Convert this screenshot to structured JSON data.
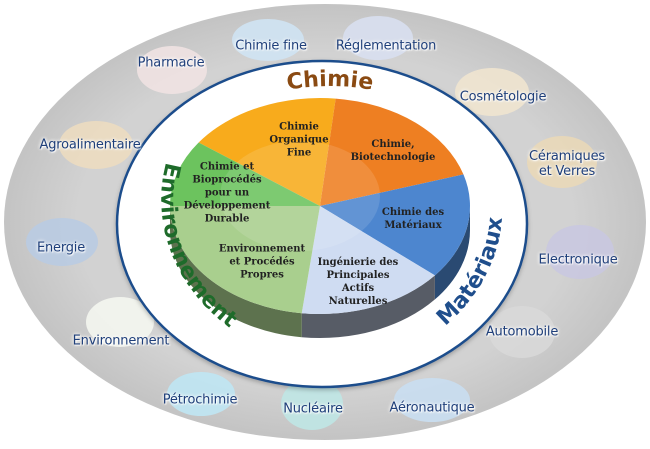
{
  "diagram": {
    "ring_categories": [
      {
        "name": "Chimie",
        "color": "#8a4a12"
      },
      {
        "name": "Matériaux",
        "color": "#1f4e8c"
      },
      {
        "name": "Environnement",
        "color": "#1e6b2a"
      }
    ],
    "pie_segments": [
      {
        "label": "Chimie\nOrganique\nFine",
        "color": "#f8ab1c",
        "group": "Chimie"
      },
      {
        "label": "Chimie,\nBiotechnologie",
        "color": "#ee7f22",
        "group": "Chimie"
      },
      {
        "label": "Chimie des\nMatériaux",
        "color": "#4d86cf",
        "group": "Matériaux"
      },
      {
        "label": "Ingénierie des\nPrincipales\nActifs\nNaturelles",
        "color": "#cfdcf2",
        "group": "Matériaux"
      },
      {
        "label": "Environnement\net Procédés\nPropres",
        "color": "#a9cf8e",
        "group": "Environnement"
      },
      {
        "label": "Chimie et\nBioprocédés\npour un\nDéveloppement\nDurable",
        "color": "#6cc35e",
        "group": "Environnement"
      }
    ],
    "application_areas": [
      {
        "label": "Chimie fine",
        "tint": "#cfe3f3"
      },
      {
        "label": "Réglementation",
        "tint": "#d8dff0"
      },
      {
        "label": "Cosmétologie",
        "tint": "#efe4cf"
      },
      {
        "label": "Céramiques\net Verres",
        "tint": "#e9d8b8"
      },
      {
        "label": "Electronique",
        "tint": "#c9c8e0"
      },
      {
        "label": "Automobile",
        "tint": "#d8d8d8"
      },
      {
        "label": "Aéronautique",
        "tint": "#c9def1"
      },
      {
        "label": "Nucléaire",
        "tint": "#bfe5e4"
      },
      {
        "label": "Pétrochimie",
        "tint": "#bfe6f3"
      },
      {
        "label": "Environnement",
        "tint": "#f4f6ef"
      },
      {
        "label": "Energie",
        "tint": "#b9cbe2"
      },
      {
        "label": "Agroalimentaire",
        "tint": "#ecdcc0"
      },
      {
        "label": "Pharmacie",
        "tint": "#f0e2e2"
      }
    ],
    "colors": {
      "outer_ring": "#c8c8c8",
      "inner_ring": "#ffffff",
      "ring_border": "#1f4e8c",
      "app_label": "#1f3f7a"
    }
  }
}
